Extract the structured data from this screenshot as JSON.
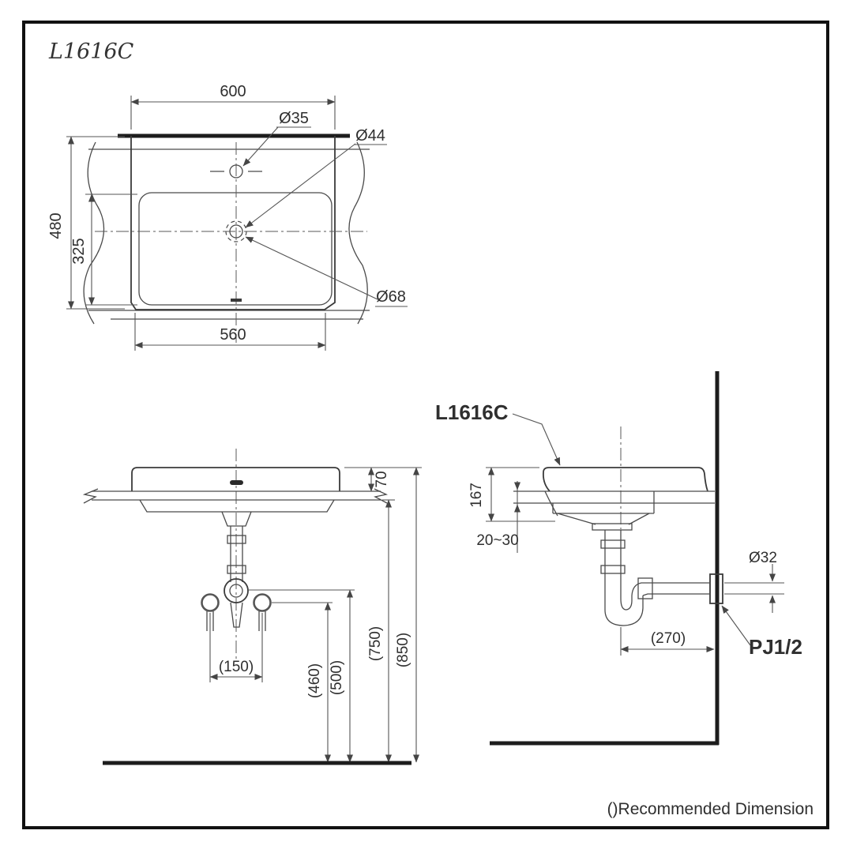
{
  "sheet": {
    "title": "L1616C",
    "footer_note": "()Recommended Dimension"
  },
  "top_view": {
    "dim_overall_width": "600",
    "dim_overall_depth": "480",
    "dim_bowl_depth": "325",
    "dim_front_width": "560",
    "label_faucet_hole": "Ø35",
    "label_drain_rim": "Ø44",
    "label_drain_outlet": "Ø68"
  },
  "front_view": {
    "dim_rim_above_counter": "70",
    "dim_supply_spacing": "(150)",
    "dim_supply_height": "(460)",
    "dim_trap_height": "(500)",
    "dim_counter_height": "(750)",
    "dim_rim_height": "(850)"
  },
  "side_view": {
    "product_label": "L1616C",
    "dim_basin_height": "167",
    "dim_counter_thickness": "20~30",
    "dim_outlet_diameter": "Ø32",
    "dim_trap_wall_offset": "(270)",
    "label_wall_connection": "PJ1/2"
  },
  "colors": {
    "ink": "#2f2f2f",
    "line": "#4a4a4a",
    "heavy_line": "#1d1d1d",
    "background": "#ffffff"
  }
}
